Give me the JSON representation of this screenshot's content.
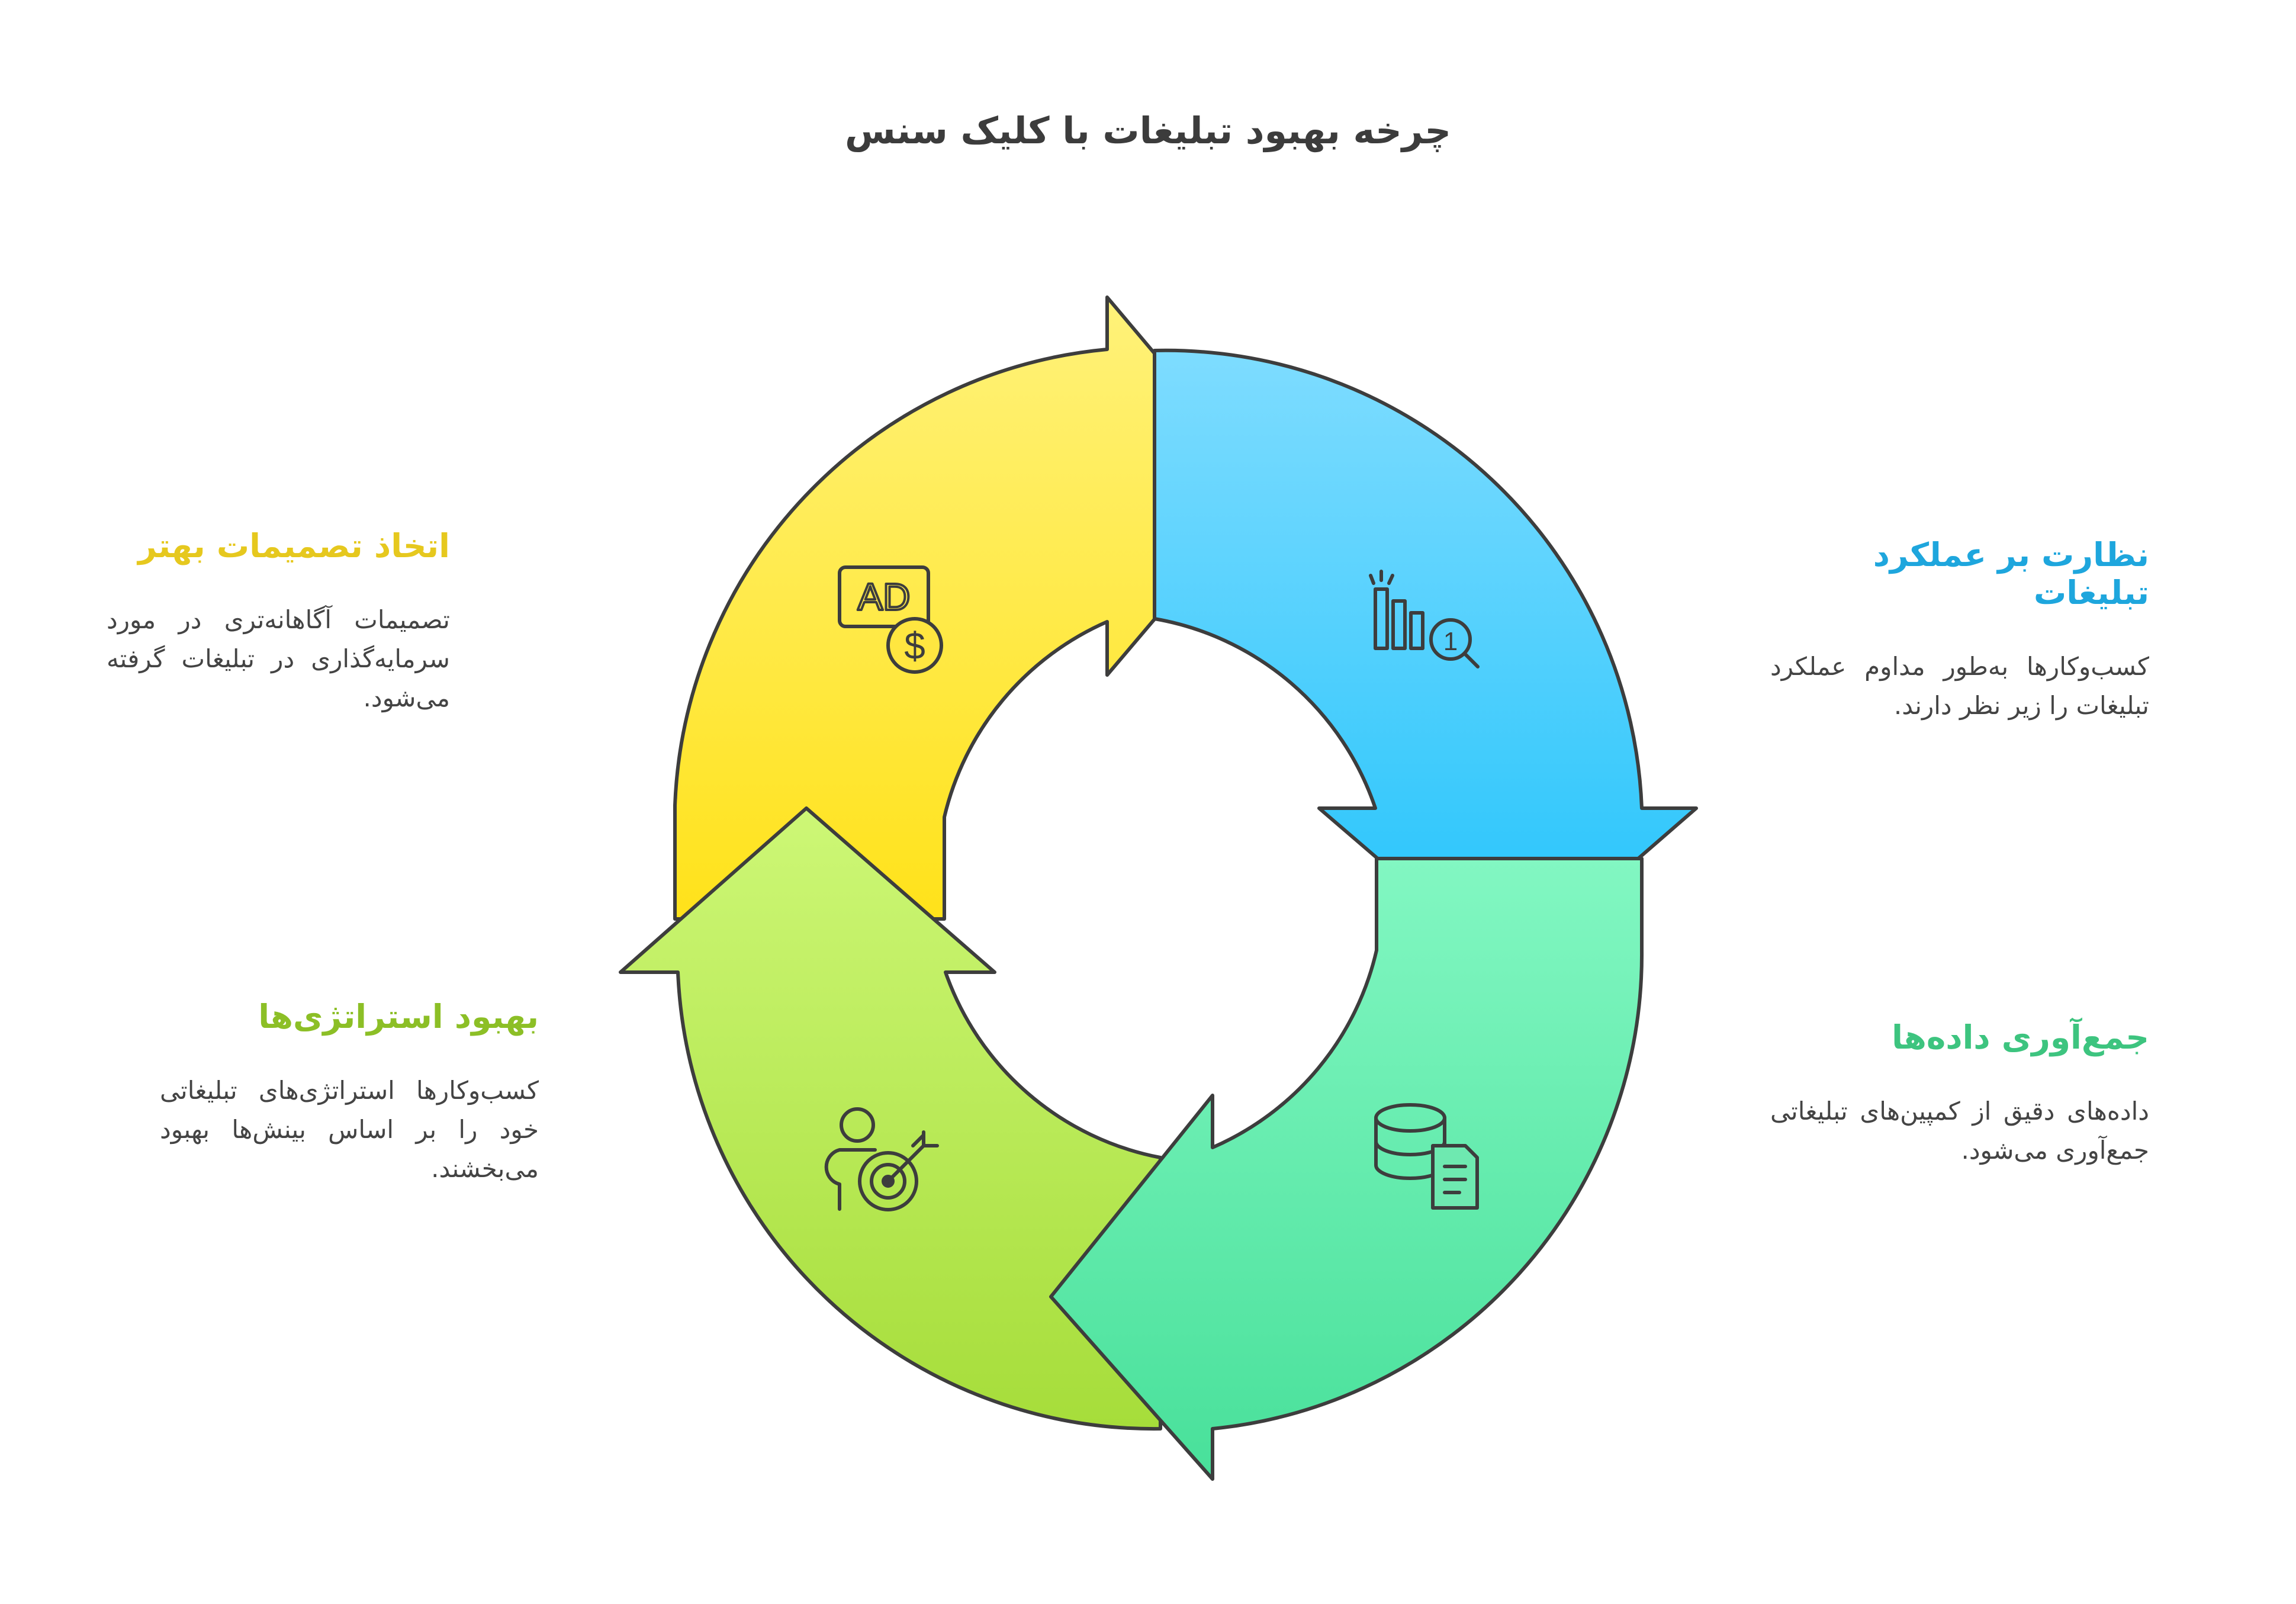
{
  "title": "چرخه بهبود تبلیغات با کلیک سنس",
  "steps": [
    {
      "heading": "اتخاذ تصمیمات بهتر",
      "text": "تصمیمات آگاهانه‌تری در مورد سرمایه‌گذاری در تبلیغات گرفته می‌شود.",
      "color": "#e6c81e",
      "icon": "ad-dollar-icon"
    },
    {
      "heading": "نظارت بر عملکرد تبلیغات",
      "text": "کسب‌وکارها به‌طور مداوم عملکرد تبلیغات را زیر نظر دارند.",
      "color": "#1ea6dd",
      "icon": "chart-magnifier-icon"
    },
    {
      "heading": "جمع‌آوری داده‌ها",
      "text": "داده‌های دقیق از کمپین‌های تبلیغاتی جمع‌آوری می‌شود.",
      "color": "#3dc47f",
      "icon": "database-document-icon"
    },
    {
      "heading": "بهبود استراتژی‌ها",
      "text": "کسب‌وکارها استراتژی‌های تبلیغاتی خود را بر اساس بینش‌ها بهبود می‌بخشند.",
      "color": "#8cbf26",
      "icon": "person-target-icon"
    }
  ],
  "arrow_colors": {
    "yellow": [
      "#fff27a",
      "#ffe21a"
    ],
    "blue": [
      "#7edcff",
      "#22c3fb"
    ],
    "teal": [
      "#82f7c2",
      "#48e09a"
    ],
    "green": [
      "#cdf776",
      "#a6dd3a"
    ]
  }
}
